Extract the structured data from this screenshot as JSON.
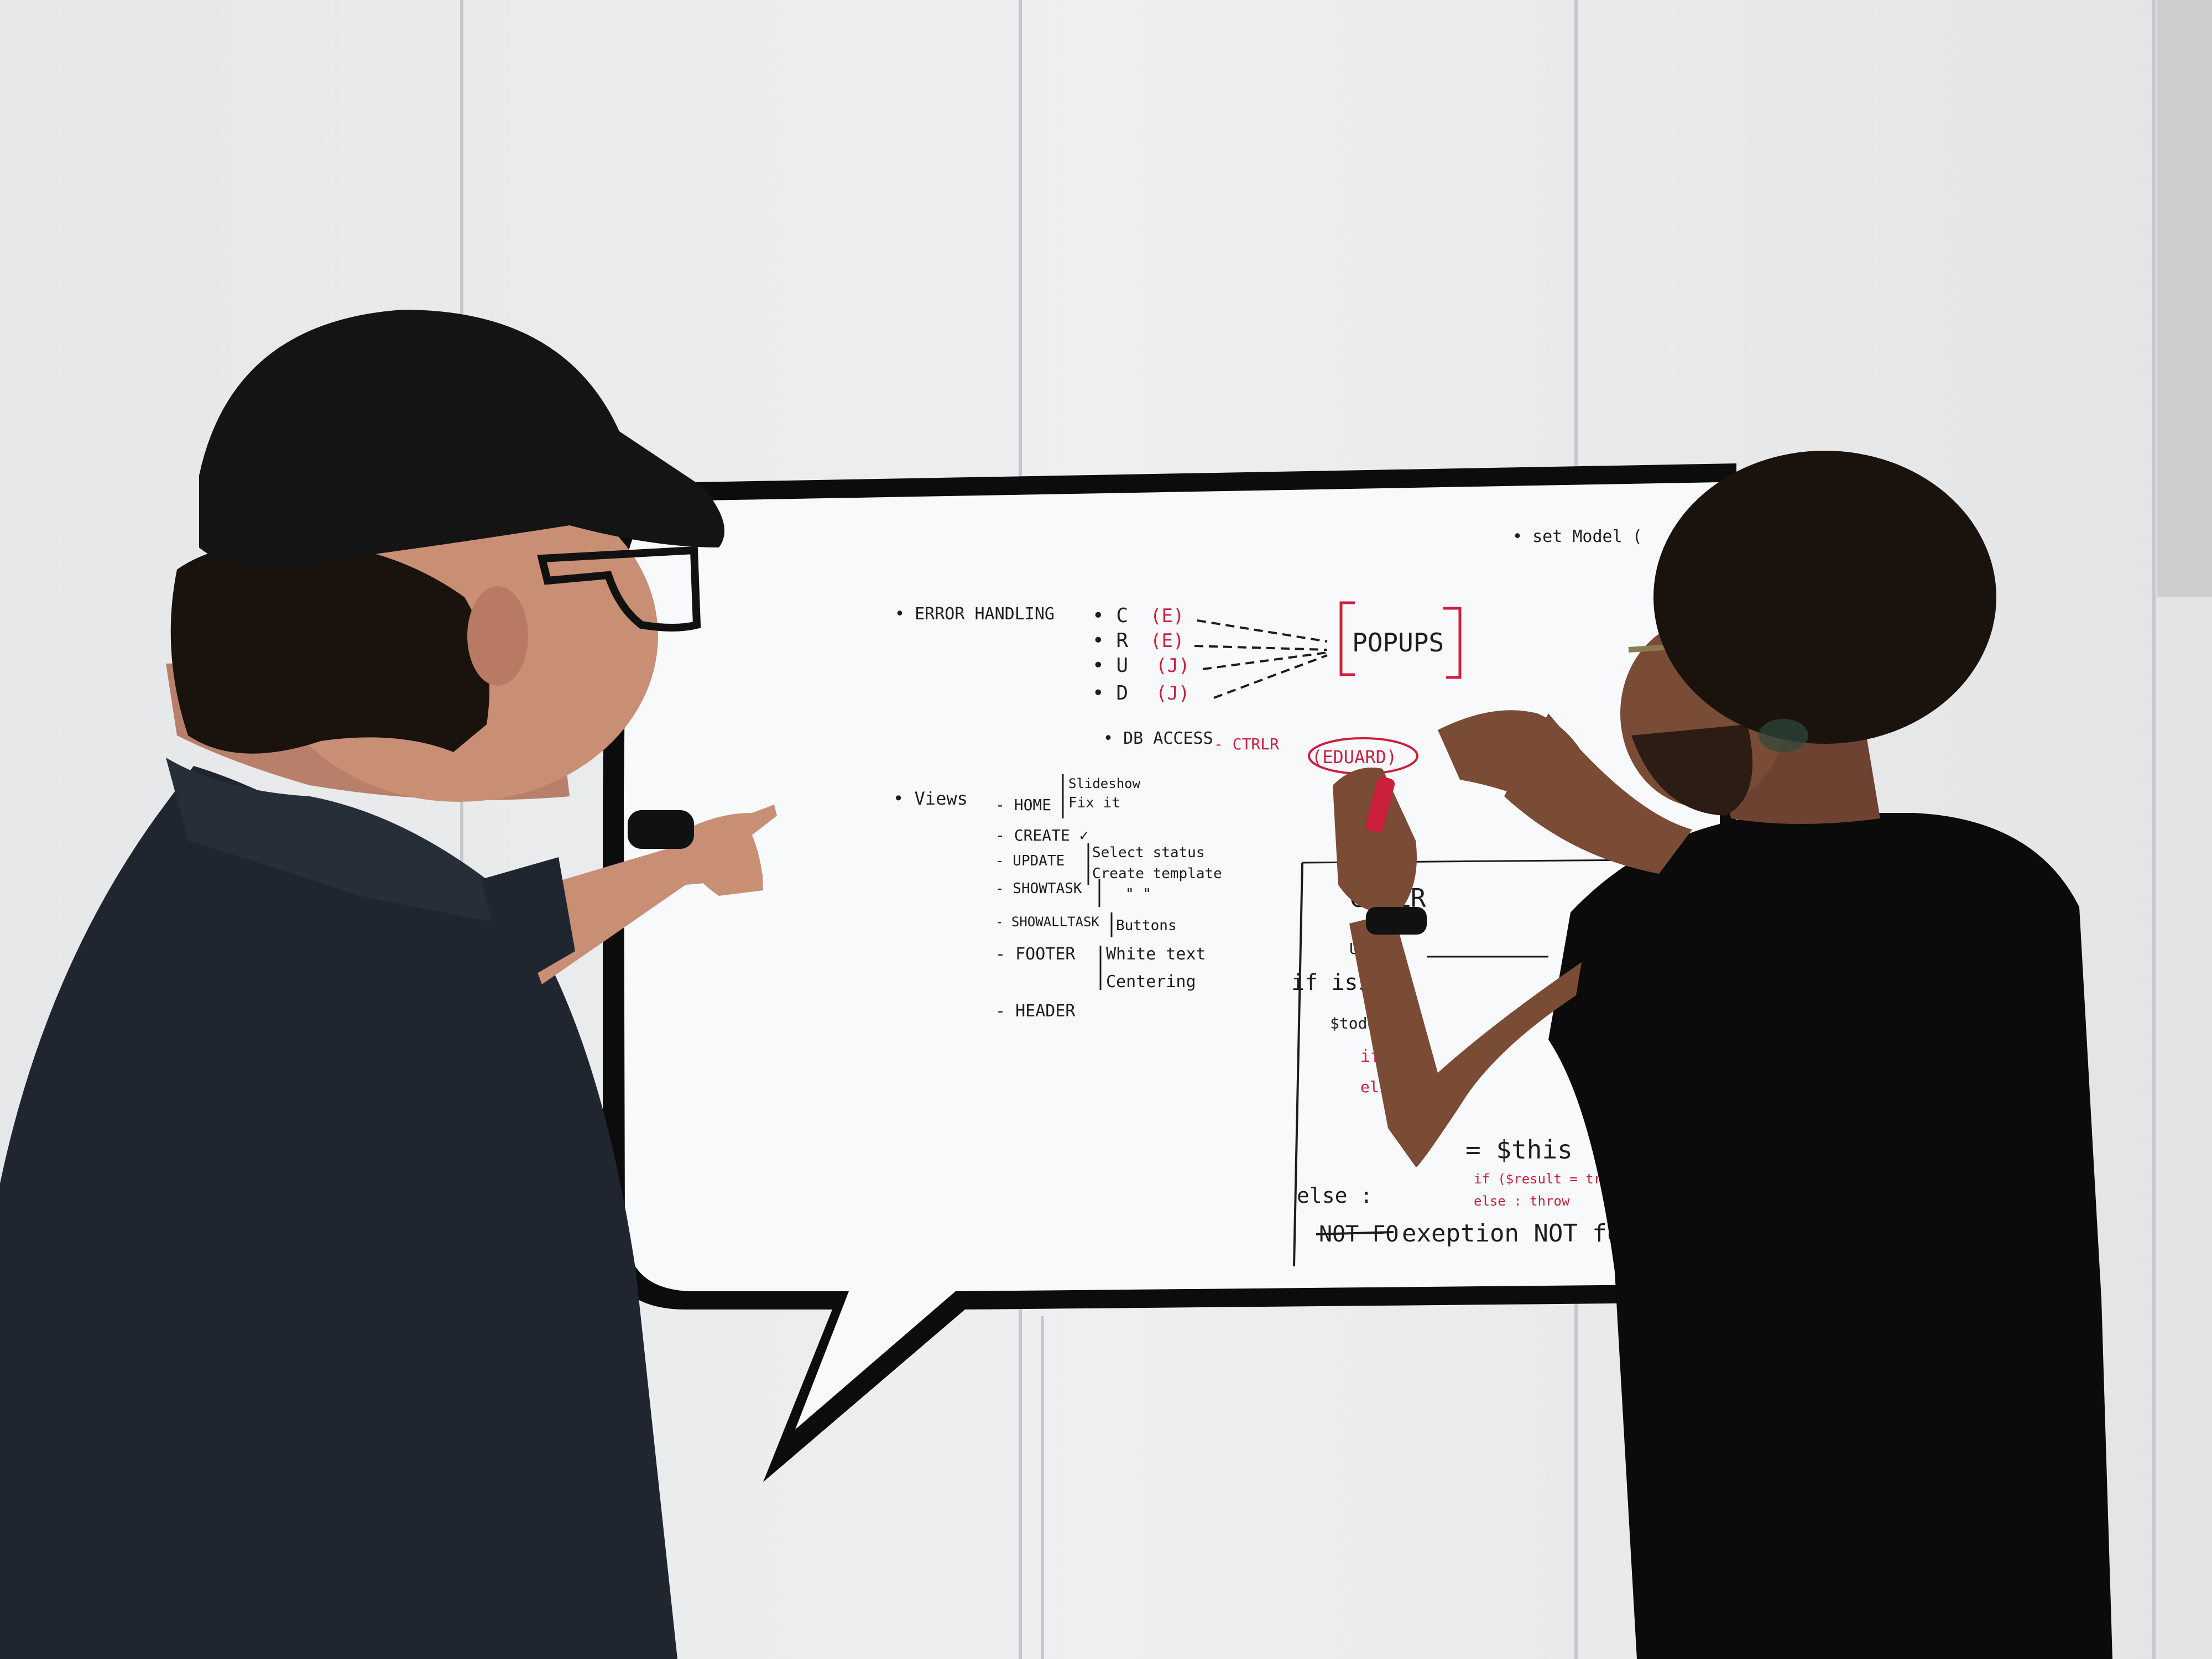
{
  "colors": {
    "wall": "#e9eaec",
    "wall_seam": "#c9cbcf",
    "board": "#f8f9fa",
    "board_frame": "#0c0c0c",
    "ink_black": "#1d1d1d",
    "ink_red": "#cc1f3c",
    "shirt_left": "#1f2630",
    "shirt_right": "#0b0b0b",
    "skin_light": "#c98f74",
    "skin_dark": "#7a4b35",
    "hair_dark": "#1a120d"
  },
  "whiteboard": {
    "top_right_note": "• set Model (",
    "error_section": {
      "title": "• ERROR HANDLING",
      "items": [
        {
          "letter": "• C",
          "tag": "(E)"
        },
        {
          "letter": "• R",
          "tag": "(E)"
        },
        {
          "letter": "• U",
          "tag": "(J)"
        },
        {
          "letter": "• D",
          "tag": "(J)"
        }
      ],
      "popups_label": "POPUPS",
      "db_access": "• DB ACCESS",
      "ctrlr": "- CTRLR",
      "eduard": "(EDUARD)"
    },
    "views_section": {
      "title": "• Views",
      "rows": [
        {
          "item": "- HOME",
          "notes": [
            "Slideshow",
            "Fix it"
          ]
        },
        {
          "item": "- CREATE ✓",
          "notes": []
        },
        {
          "item": "- UPDATE",
          "notes": [
            "Select status",
            "Create template"
          ]
        },
        {
          "item": "- SHOWTASK",
          "notes": [
            "\" \""
          ]
        },
        {
          "item": "- SHOWALLTASK",
          "notes": [
            "Buttons"
          ]
        },
        {
          "item": "- FOOTER",
          "notes": [
            "White text",
            "Centering"
          ]
        },
        {
          "item": "- HEADER",
          "notes": []
        }
      ]
    },
    "code_box": {
      "header": "CTRLR",
      "upd": "UPD",
      "isset": "if isset(",
      "todos": "$todos",
      "if_red": "if",
      "else_red": "else",
      "this_line": "= $this",
      "result_line": "if ($result = true)",
      "throw_line": "else : throw",
      "else_line": "else :",
      "not_found_strike": "NOT FO",
      "not_found": "exeption NOT found"
    }
  }
}
